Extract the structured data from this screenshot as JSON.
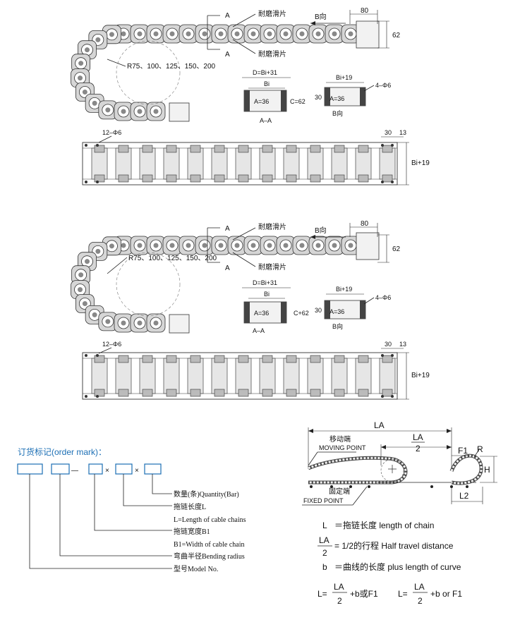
{
  "colors": {
    "accent": "#1c6fb5",
    "line": "#222222",
    "part_fill": "#d6d6d6"
  },
  "drawing1": {
    "section_marker": "A",
    "wear_slider_top": "耐磨滑片",
    "wear_slider_bottom": "耐磨滑片",
    "view_b": "B向",
    "dim_80": "80",
    "dim_62": "62",
    "radii": "R75、100、125、150、200",
    "d_label": "D=Bi+31",
    "bi_label": "Bi",
    "a36": "A=36",
    "c62": "C=62",
    "aa": "A–A",
    "bi19": "Bi+19",
    "hole4": "4–Φ6",
    "dim_30": "30",
    "view_b2": "B向",
    "hole12": "12–Φ6",
    "dim_30b": "30",
    "dim_13": "13",
    "bi19_side": "Bi+19"
  },
  "drawing2": {
    "section_marker": "A",
    "wear_slider_top": "耐磨滑片",
    "wear_slider_bottom": "耐磨滑片",
    "view_b": "B向",
    "dim_80": "80",
    "dim_62": "62",
    "radii": "R75、100、125、150、200",
    "d_label": "D=Bi+31",
    "bi_label": "Bi",
    "a36": "A=36",
    "c62": "C+62",
    "aa": "A–A",
    "bi19": "Bi+19",
    "hole4": "4–Φ6",
    "dim_30": "30",
    "view_b2": "B向",
    "hole12": "12–Φ6",
    "dim_30b": "30",
    "dim_13": "13",
    "bi19_side": "Bi+19"
  },
  "order": {
    "title": "订货标记(order mark)：",
    "dash": "—",
    "times": "×",
    "legend": [
      "数量(条)Quantity(Bar)",
      "拖链长度L",
      "L=Length of cable chains",
      "拖链宽度B1",
      "B1=Width of cable chain",
      "弯曲半径Bending radius",
      "型号Model No."
    ]
  },
  "travel": {
    "la": "LA",
    "la_frac_num": "LA",
    "la_frac_den": "2",
    "moving_cn": "移动端",
    "moving_en": "MOVING POINT",
    "fixed_cn": "固定端",
    "fixed_en": "FIXED POINT",
    "f1": "F1",
    "r": "R",
    "h": "H",
    "l2": "L2"
  },
  "formula": {
    "l_sym": "L",
    "l_text": "＝拖链长度  length of chain",
    "la_num": "LA",
    "la_den": "2",
    "la_text": "= 1/2的行程  Half travel distance",
    "b_sym": "b",
    "b_text": "＝曲线的长度  plus length of curve",
    "f_l1": "L=",
    "f_num1": "LA",
    "f_den1": "2",
    "f_tail1": "+b或F1",
    "f_l2": "L=",
    "f_num2": "LA",
    "f_den2": "2",
    "f_tail2": "+b or F1"
  }
}
